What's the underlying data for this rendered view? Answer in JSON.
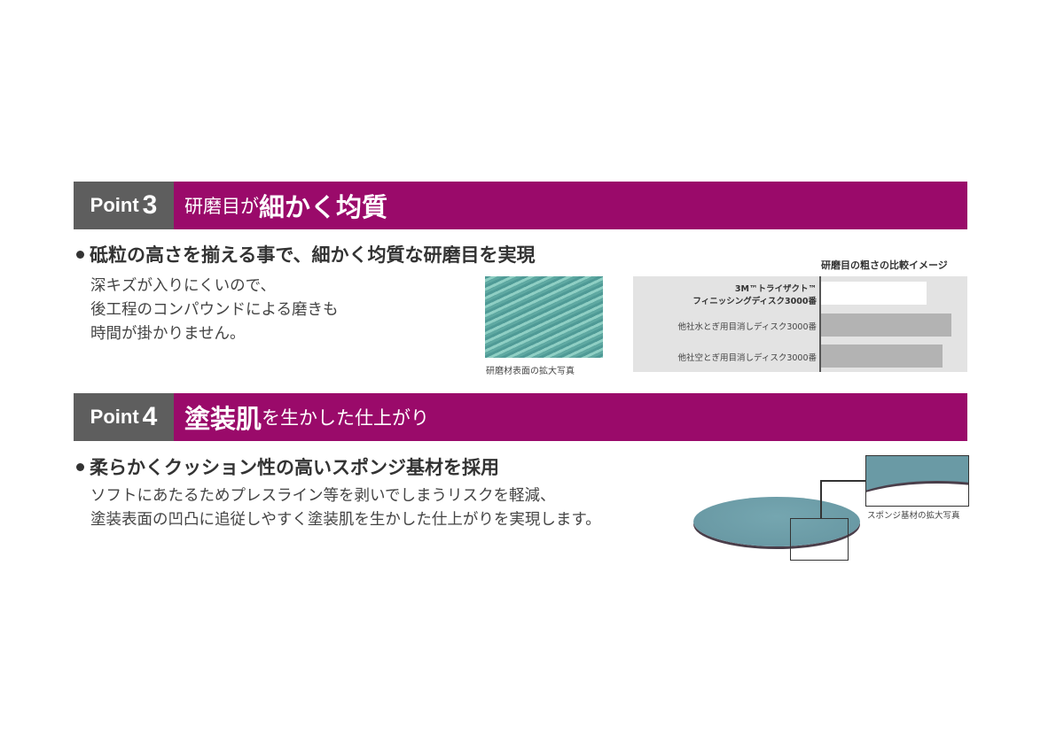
{
  "point3": {
    "label_word": "Point",
    "label_num": "3",
    "title_small": "研磨目が",
    "title_large": "細かく均質",
    "bullet": "砥粒の高さを揃える事で、細かく均質な研磨目を実現",
    "body": [
      "深キズが入りにくいので、",
      "後工程のコンパウンドによる磨きも",
      "時間が掛かりません。"
    ],
    "photo_caption": "研磨材表面の拡大写真"
  },
  "chart_data": {
    "type": "bar",
    "orientation": "horizontal",
    "title": "研磨目の粗さの比較イメージ",
    "categories": [
      "3M™トライザクト™ フィニッシングディスク3000番",
      "他社水とぎ用目消しディスク3000番",
      "他社空とぎ用目消しディスク3000番"
    ],
    "values": [
      120,
      148,
      138
    ],
    "colors": [
      "#ffffff",
      "#b3b3b3",
      "#b3b3b3"
    ],
    "xlabel": "",
    "ylabel": "",
    "note": "relative roughness image, no numeric axis shown",
    "grid": false
  },
  "chart_labels": {
    "row1_line1": "3M™トライザクト™",
    "row1_line2": "フィニッシングディスク3000番",
    "row2": "他社水とぎ用目消しディスク3000番",
    "row3": "他社空とぎ用目消しディスク3000番"
  },
  "point4": {
    "label_word": "Point",
    "label_num": "4",
    "title_large": "塗装肌",
    "title_small": "を生かした仕上がり",
    "bullet": "柔らかくクッション性の高いスポンジ基材を採用",
    "body": [
      "ソフトにあたるためプレスライン等を剥いでしまうリスクを軽減、",
      "塗装表面の凹凸に追従しやすく塗装肌を生かした仕上がりを実現します。"
    ],
    "photo_caption": "スポンジ基材の拡大写真"
  },
  "colors": {
    "band_magenta": "#9a0a6a",
    "band_gray": "#5e5e5e",
    "chart_bg": "#e3e3e3",
    "bar_3m": "#ffffff",
    "bar_other": "#b3b3b3",
    "disc": "#6a9aa5"
  }
}
